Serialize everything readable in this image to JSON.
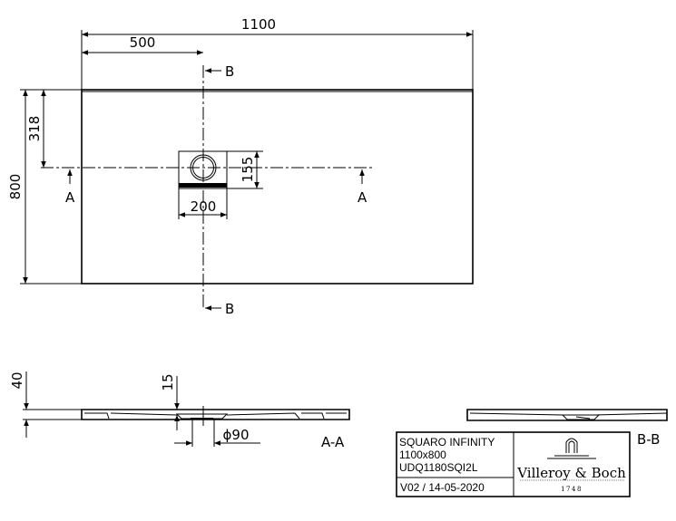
{
  "plan_view": {
    "dim_width": "1100",
    "dim_center_x": "500",
    "dim_height": "800",
    "dim_center_y": "318",
    "dim_drain_height": "155",
    "dim_drain_width": "200",
    "section_a_label": "A",
    "section_b_label": "B"
  },
  "section_aa": {
    "dim_thickness": "40",
    "dim_drain_depth": "15",
    "dim_drain_diameter": "ϕ90",
    "label": "A-A"
  },
  "section_bb": {
    "label": "B-B"
  },
  "title_block": {
    "product_name": "SQUARO INFINITY",
    "size": "1100x800",
    "article_number": "UDQ1180SQI2L",
    "version": "V02 / 14-05-2020",
    "brand": "Villeroy & Boch",
    "brand_year": "1748"
  }
}
